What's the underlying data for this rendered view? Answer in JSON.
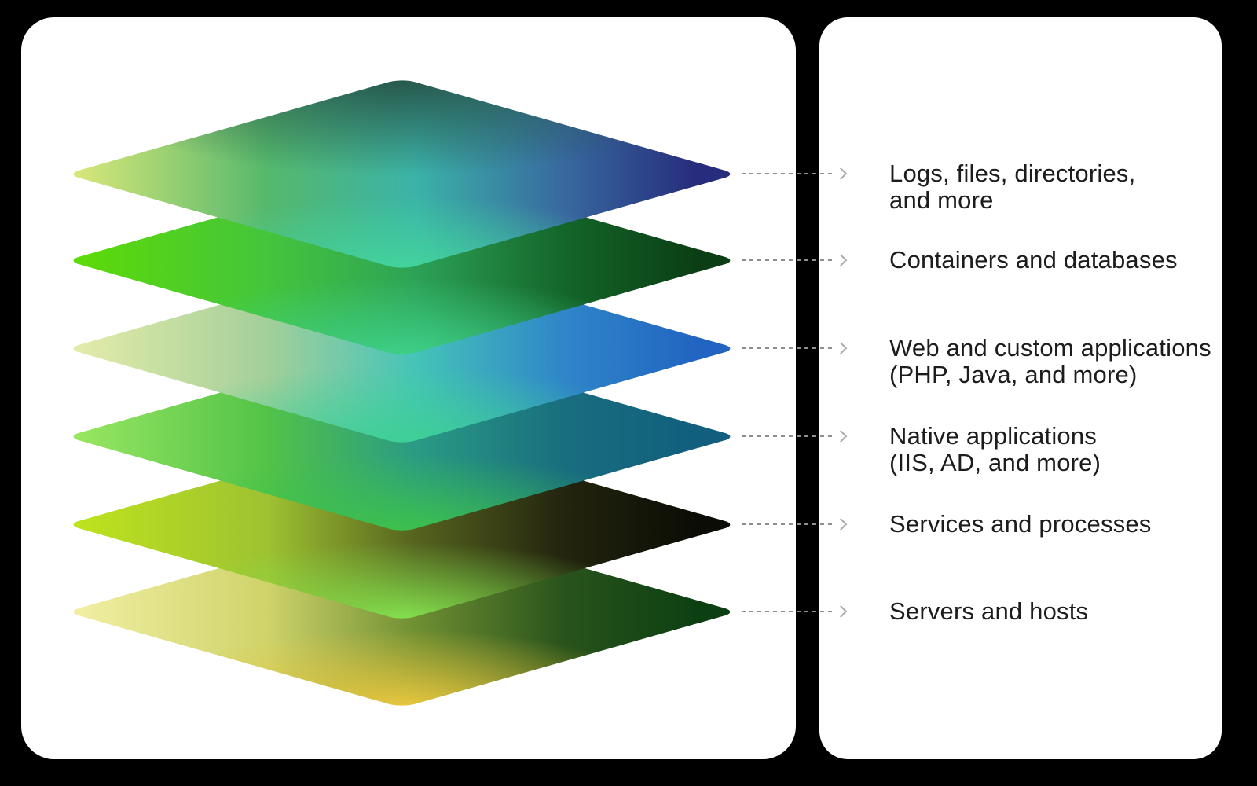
{
  "page": {
    "background_color": "#000000",
    "panel_color": "#ffffff",
    "text_color": "#1c1c1c"
  },
  "connector": {
    "line_color": "#8e8e8e",
    "arrow_color": "#a9a9a9",
    "style": "dashed-arrow"
  },
  "stack": {
    "layers": [
      {
        "name": "logs-files-directories",
        "colors": {
          "base": [
            "#dfe97b",
            "#55b86c",
            "#3bb3a8",
            "#38699f",
            "#272c7c"
          ],
          "top": "#27564a",
          "bottom": "#43d49c"
        }
      },
      {
        "name": "containers-and-databases",
        "colors": {
          "base": [
            "#5edc05",
            "#44c53c",
            "#2da257",
            "#14662a",
            "#0b3e14"
          ],
          "top": "#1f8038",
          "bottom": "#3ed089"
        }
      },
      {
        "name": "web-and-custom-applications",
        "colors": {
          "base": [
            "#e7edaa",
            "#a3cf9a",
            "#45c4b8",
            "#2f86c8",
            "#2264c2"
          ],
          "top": "#6b8a74",
          "bottom": "#3ed095"
        }
      },
      {
        "name": "native-applications",
        "colors": {
          "base": [
            "#9ce863",
            "#52c348",
            "#2a9b84",
            "#196e7e",
            "#115e7e"
          ],
          "top": "#1d6b4a",
          "bottom": "#3dc24a"
        }
      },
      {
        "name": "services-and-processes",
        "colors": {
          "base": [
            "#bfe51d",
            "#9ec232",
            "#55631f",
            "#23250e",
            "#0b0c05"
          ],
          "top": "#55611f",
          "bottom": "#84e24e"
        }
      },
      {
        "name": "servers-and-hosts",
        "colors": {
          "base": [
            "#f2f0a6",
            "#cfd36a",
            "#6f8f33",
            "#29531b",
            "#0c4013"
          ],
          "top": "#7b8f3c",
          "bottom": "#e9c73e"
        }
      }
    ]
  },
  "labels": [
    {
      "line1": "Logs, files, directories,",
      "line2": "and more"
    },
    {
      "line1": "Containers and databases",
      "line2": ""
    },
    {
      "line1": "Web and custom applications",
      "line2": "(PHP, Java, and more)"
    },
    {
      "line1": "Native applications",
      "line2": "(IIS, AD, and more)"
    },
    {
      "line1": "Services and processes",
      "line2": ""
    },
    {
      "line1": "Servers and hosts",
      "line2": ""
    }
  ]
}
